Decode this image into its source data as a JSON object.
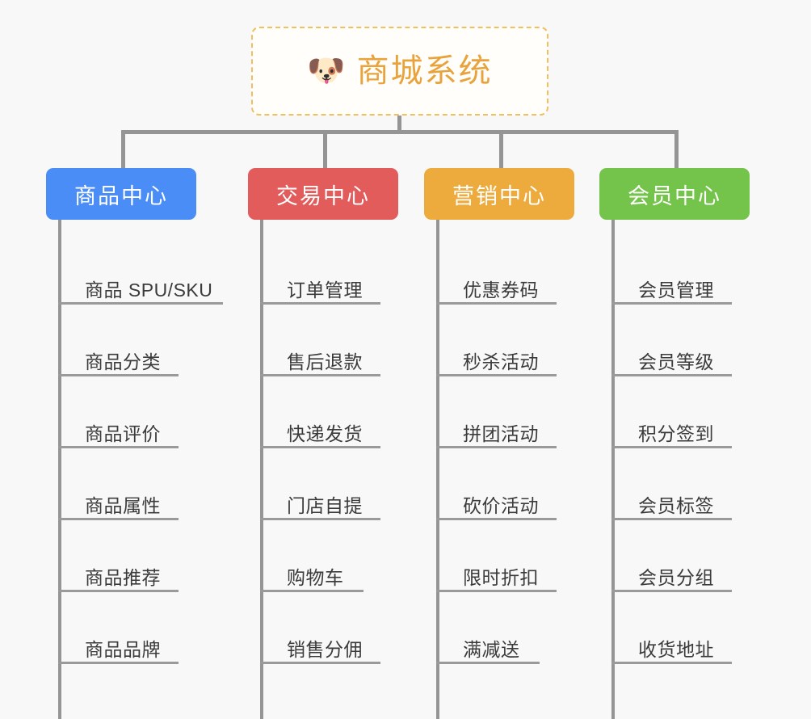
{
  "root": {
    "icon": "shiba-dog-emoji",
    "icon_glyph": "🐶",
    "title": "商城系统",
    "title_color": "#e8a33d",
    "border_color": "#f0c060"
  },
  "branches": [
    {
      "title": "商品中心",
      "color": "#4a8df6",
      "items": [
        "商品 SPU/SKU",
        "商品分类",
        "商品评价",
        "商品属性",
        "商品推荐",
        "商品品牌"
      ]
    },
    {
      "title": "交易中心",
      "color": "#e25c5c",
      "items": [
        "订单管理",
        "售后退款",
        "快递发货",
        "门店自提",
        "购物车",
        "销售分佣"
      ]
    },
    {
      "title": "营销中心",
      "color": "#eeab3d",
      "items": [
        "优惠券码",
        "秒杀活动",
        "拼团活动",
        "砍价活动",
        "限时折扣",
        "满减送"
      ]
    },
    {
      "title": "会员中心",
      "color": "#74c34a",
      "items": [
        "会员管理",
        "会员等级",
        "积分签到",
        "会员标签",
        "会员分组",
        "收货地址"
      ]
    }
  ],
  "theme": {
    "background": "#f8f8f8",
    "connector_color": "#959595",
    "leaf_text_color": "#3b3b3b",
    "leaf_underline_color": "#9a9a9a"
  }
}
